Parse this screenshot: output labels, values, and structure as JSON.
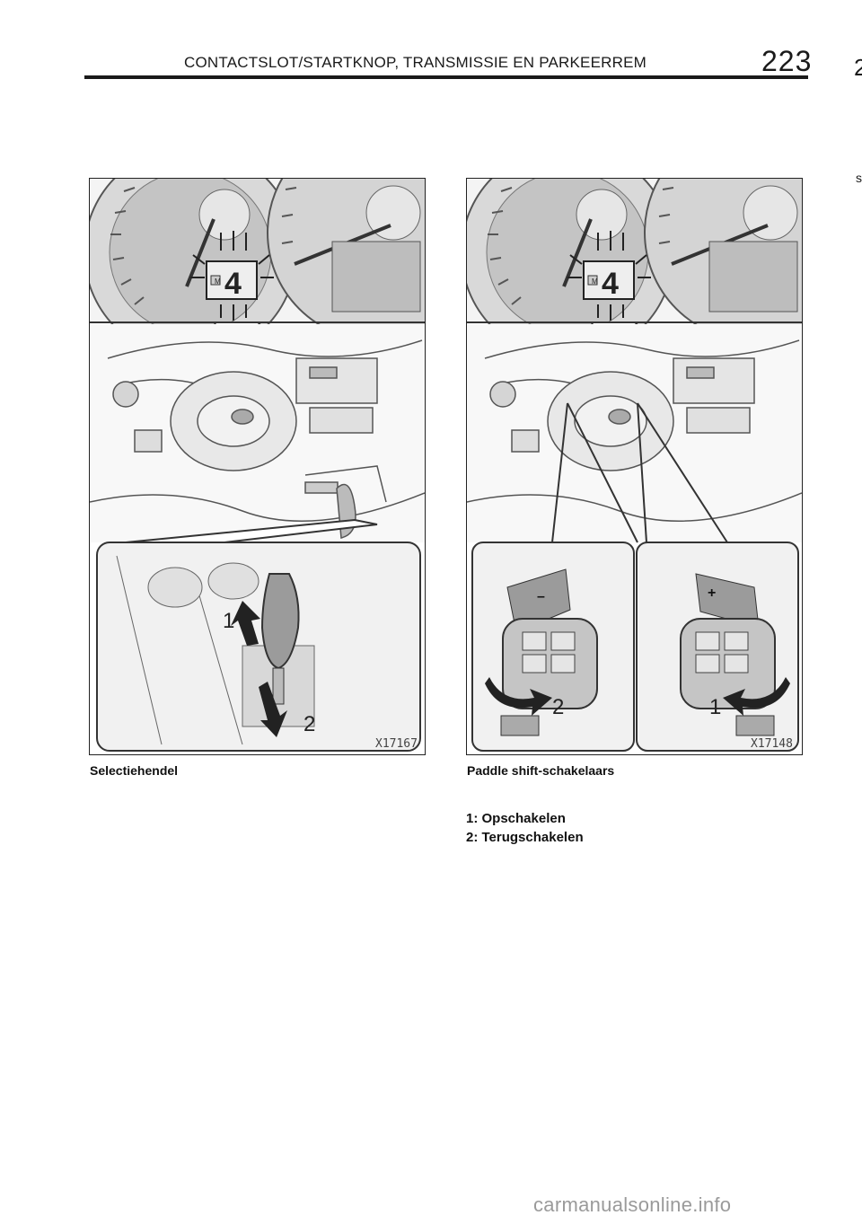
{
  "header": {
    "title": "CONTACTSLOT/STARTKNOP, TRANSMISSIE EN PARKEERREM",
    "page_number": "223",
    "edge_glyph": "2",
    "edge_glyph_small": "s"
  },
  "figures": {
    "left": {
      "caption": "Selectiehendel",
      "code": "X17167",
      "callout_1": "1",
      "callout_2": "2",
      "gear_display": "4",
      "mode_letter": "M"
    },
    "right": {
      "caption": "Paddle shift-schakelaars",
      "code": "X17148",
      "callout_1": "1",
      "callout_2": "2",
      "gear_display": "4",
      "mode_letter": "M",
      "minus_label": "–",
      "plus_label": "+"
    }
  },
  "legend": {
    "items": [
      "1: Opschakelen",
      "2: Terugschakelen"
    ]
  },
  "watermark": "carmanualsonline.info"
}
